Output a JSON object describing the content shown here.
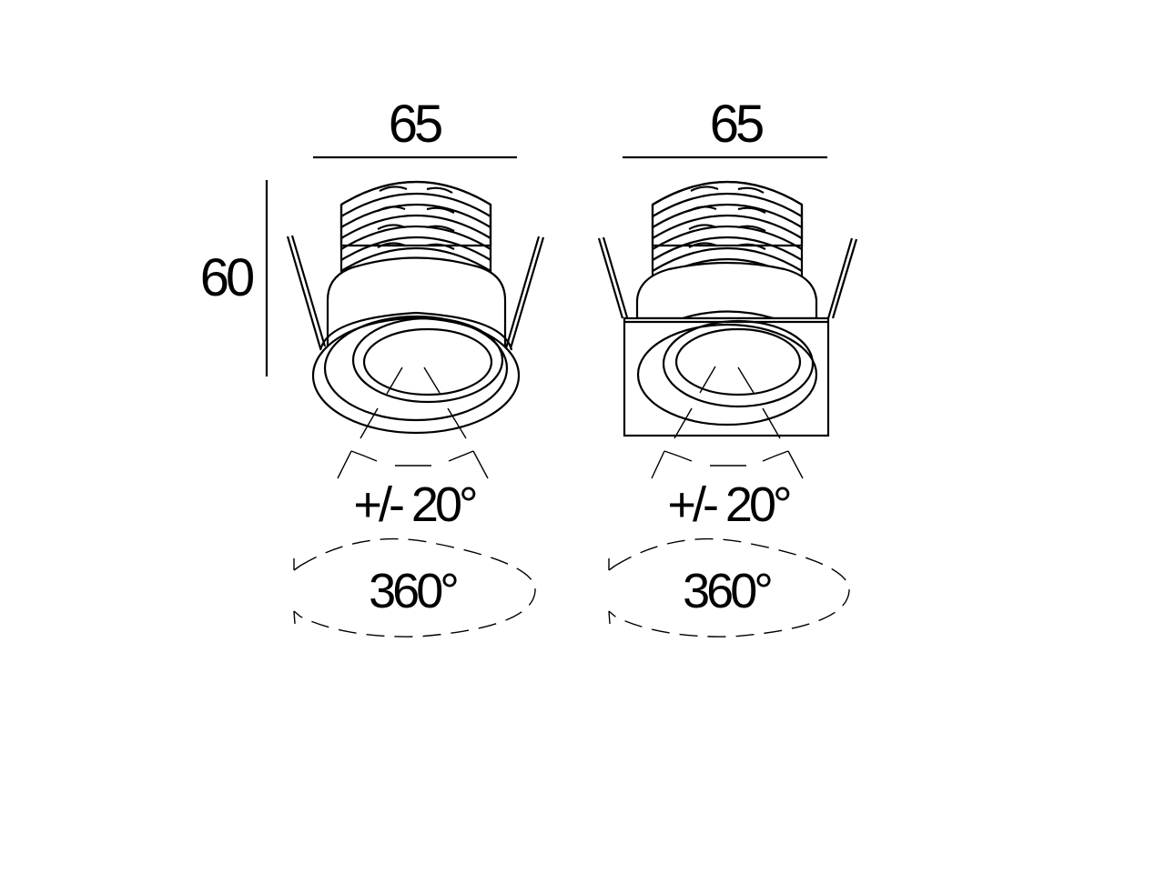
{
  "drawing": {
    "background": "#ffffff",
    "line_color": "#000000",
    "height_dimension": "60",
    "views": [
      {
        "id": "round",
        "shape": "round trim",
        "width_dimension": "65",
        "tilt_label": "+/- 20°",
        "rotation_label": "360°"
      },
      {
        "id": "square",
        "shape": "square trim",
        "width_dimension": "65",
        "tilt_label": "+/- 20°",
        "rotation_label": "360°"
      }
    ]
  }
}
